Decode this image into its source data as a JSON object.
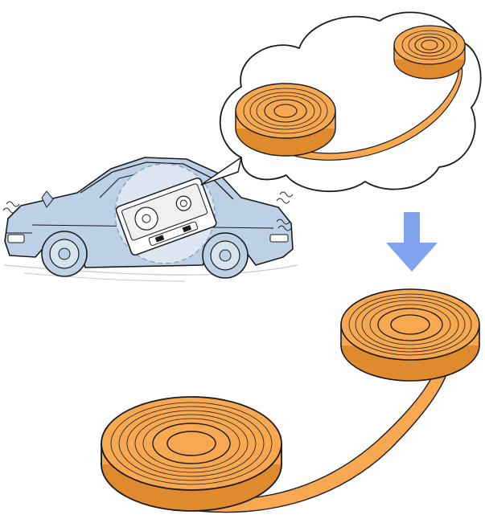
{
  "diagram": {
    "panels": [
      {
        "id": "car-with-cassette",
        "depicts": "car-icon"
      },
      {
        "id": "thought-bubble",
        "depicts": "thought-bubble-icon"
      },
      {
        "id": "tape-reels-small",
        "depicts": "tape-reel-icon"
      },
      {
        "id": "arrow",
        "depicts": "arrow-down-icon"
      },
      {
        "id": "tape-reels-large",
        "depicts": "tape-reel-icon"
      }
    ]
  },
  "colors": {
    "tape": "#f7a850",
    "tape_shade": "#e08a2e",
    "car_body": "#bcd1e6",
    "arrow": "#7fa3ef",
    "ink": "#1a1a1a",
    "bubble_bg": "#ffffff",
    "circle_dash": "#8aa0c4"
  }
}
